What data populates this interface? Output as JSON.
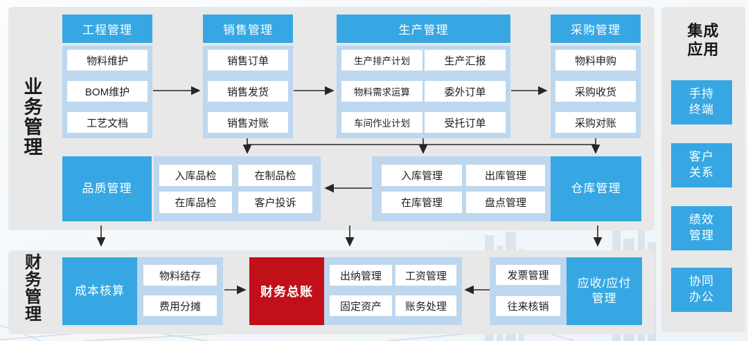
{
  "sections": {
    "business_label": "业务管理",
    "finance_label": "财务管理"
  },
  "modules": [
    {
      "header": "工程管理",
      "items": [
        "物料维护",
        "BOM维护",
        "工艺文档"
      ]
    },
    {
      "header": "销售管理",
      "items": [
        "销售订单",
        "销售发货",
        "销售对账"
      ]
    },
    {
      "header": "生产管理",
      "items_left": [
        "生产排产计划",
        "物料需求运算",
        "车间作业计划"
      ],
      "items_right": [
        "生产汇报",
        "委外订单",
        "受托订单"
      ]
    },
    {
      "header": "采购管理",
      "items": [
        "物料申购",
        "采购收货",
        "采购对账"
      ]
    }
  ],
  "quality": {
    "label": "品质管理",
    "items": [
      "入库品检",
      "在制品检",
      "在库品检",
      "客户投诉"
    ]
  },
  "warehouse": {
    "label": "仓库管理",
    "items": [
      "入库管理",
      "出库管理",
      "在库管理",
      "盘点管理"
    ]
  },
  "finance": {
    "cost_label": "成本核算",
    "cost_items": [
      "物料结存",
      "费用分摊"
    ],
    "ledger_label": "财务总账",
    "ledger_items": [
      "出纳管理",
      "工资管理",
      "固定资产",
      "账务处理"
    ],
    "invoice_items": [
      "发票管理",
      "往来核销"
    ],
    "arap_lines": [
      "应收/应付",
      "管理"
    ]
  },
  "integration": {
    "title_lines": [
      "集成",
      "应用"
    ],
    "apps": [
      [
        "手持",
        "终端"
      ],
      [
        "客户",
        "关系"
      ],
      [
        "绩效",
        "管理"
      ],
      [
        "协同",
        "办公"
      ]
    ]
  },
  "colors": {
    "accent_blue": "#36a7e3",
    "container_blue": "#bdd7ee",
    "alert_red": "#c2101a",
    "panel_gray": "#e8e8e9",
    "arrow": "#262626"
  }
}
